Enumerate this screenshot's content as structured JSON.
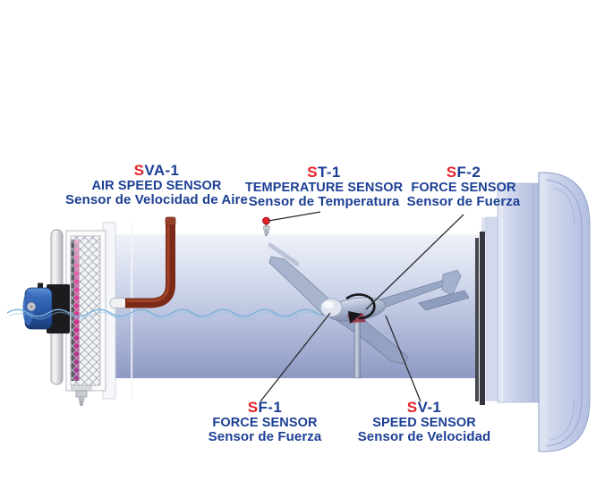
{
  "diagram": {
    "description": "Wind tunnel sensors diagram",
    "labels": {
      "sva1": {
        "code_red": "S",
        "code_rest": "VA-1",
        "line1": "AIR SPEED SENSOR",
        "line2": "Sensor de Velocidad de Aire"
      },
      "st1": {
        "code_red": "S",
        "code_rest": "T-1",
        "line1": "TEMPERATURE SENSOR",
        "line2": "Sensor de Temperatura"
      },
      "sf2": {
        "code_red": "S",
        "code_rest": "F-2",
        "line1": "FORCE SENSOR",
        "line2": "Sensor de Fuerza"
      },
      "sf1": {
        "code_red": "S",
        "code_rest": "F-1",
        "line1": "FORCE SENSOR",
        "line2": "Sensor de Fuerza"
      },
      "sv1": {
        "code_red": "S",
        "code_rest": "V-1",
        "line1": "SPEED SENSOR",
        "line2": "Sensor de Velocidad"
      }
    }
  },
  "colors": {
    "label_blue": "#1c3e94",
    "label_red": "#e62129",
    "tunnel_top": "#eff2f9",
    "tunnel_bottom": "#8d99c3",
    "pitot_red": "#7c2a18",
    "motor_blue": "#2e5fae",
    "fan_pink": "#d92b8a",
    "flow_line": "#79b2da",
    "bell_fill": "#c7d0e9",
    "dark_strip": "#34363d"
  }
}
